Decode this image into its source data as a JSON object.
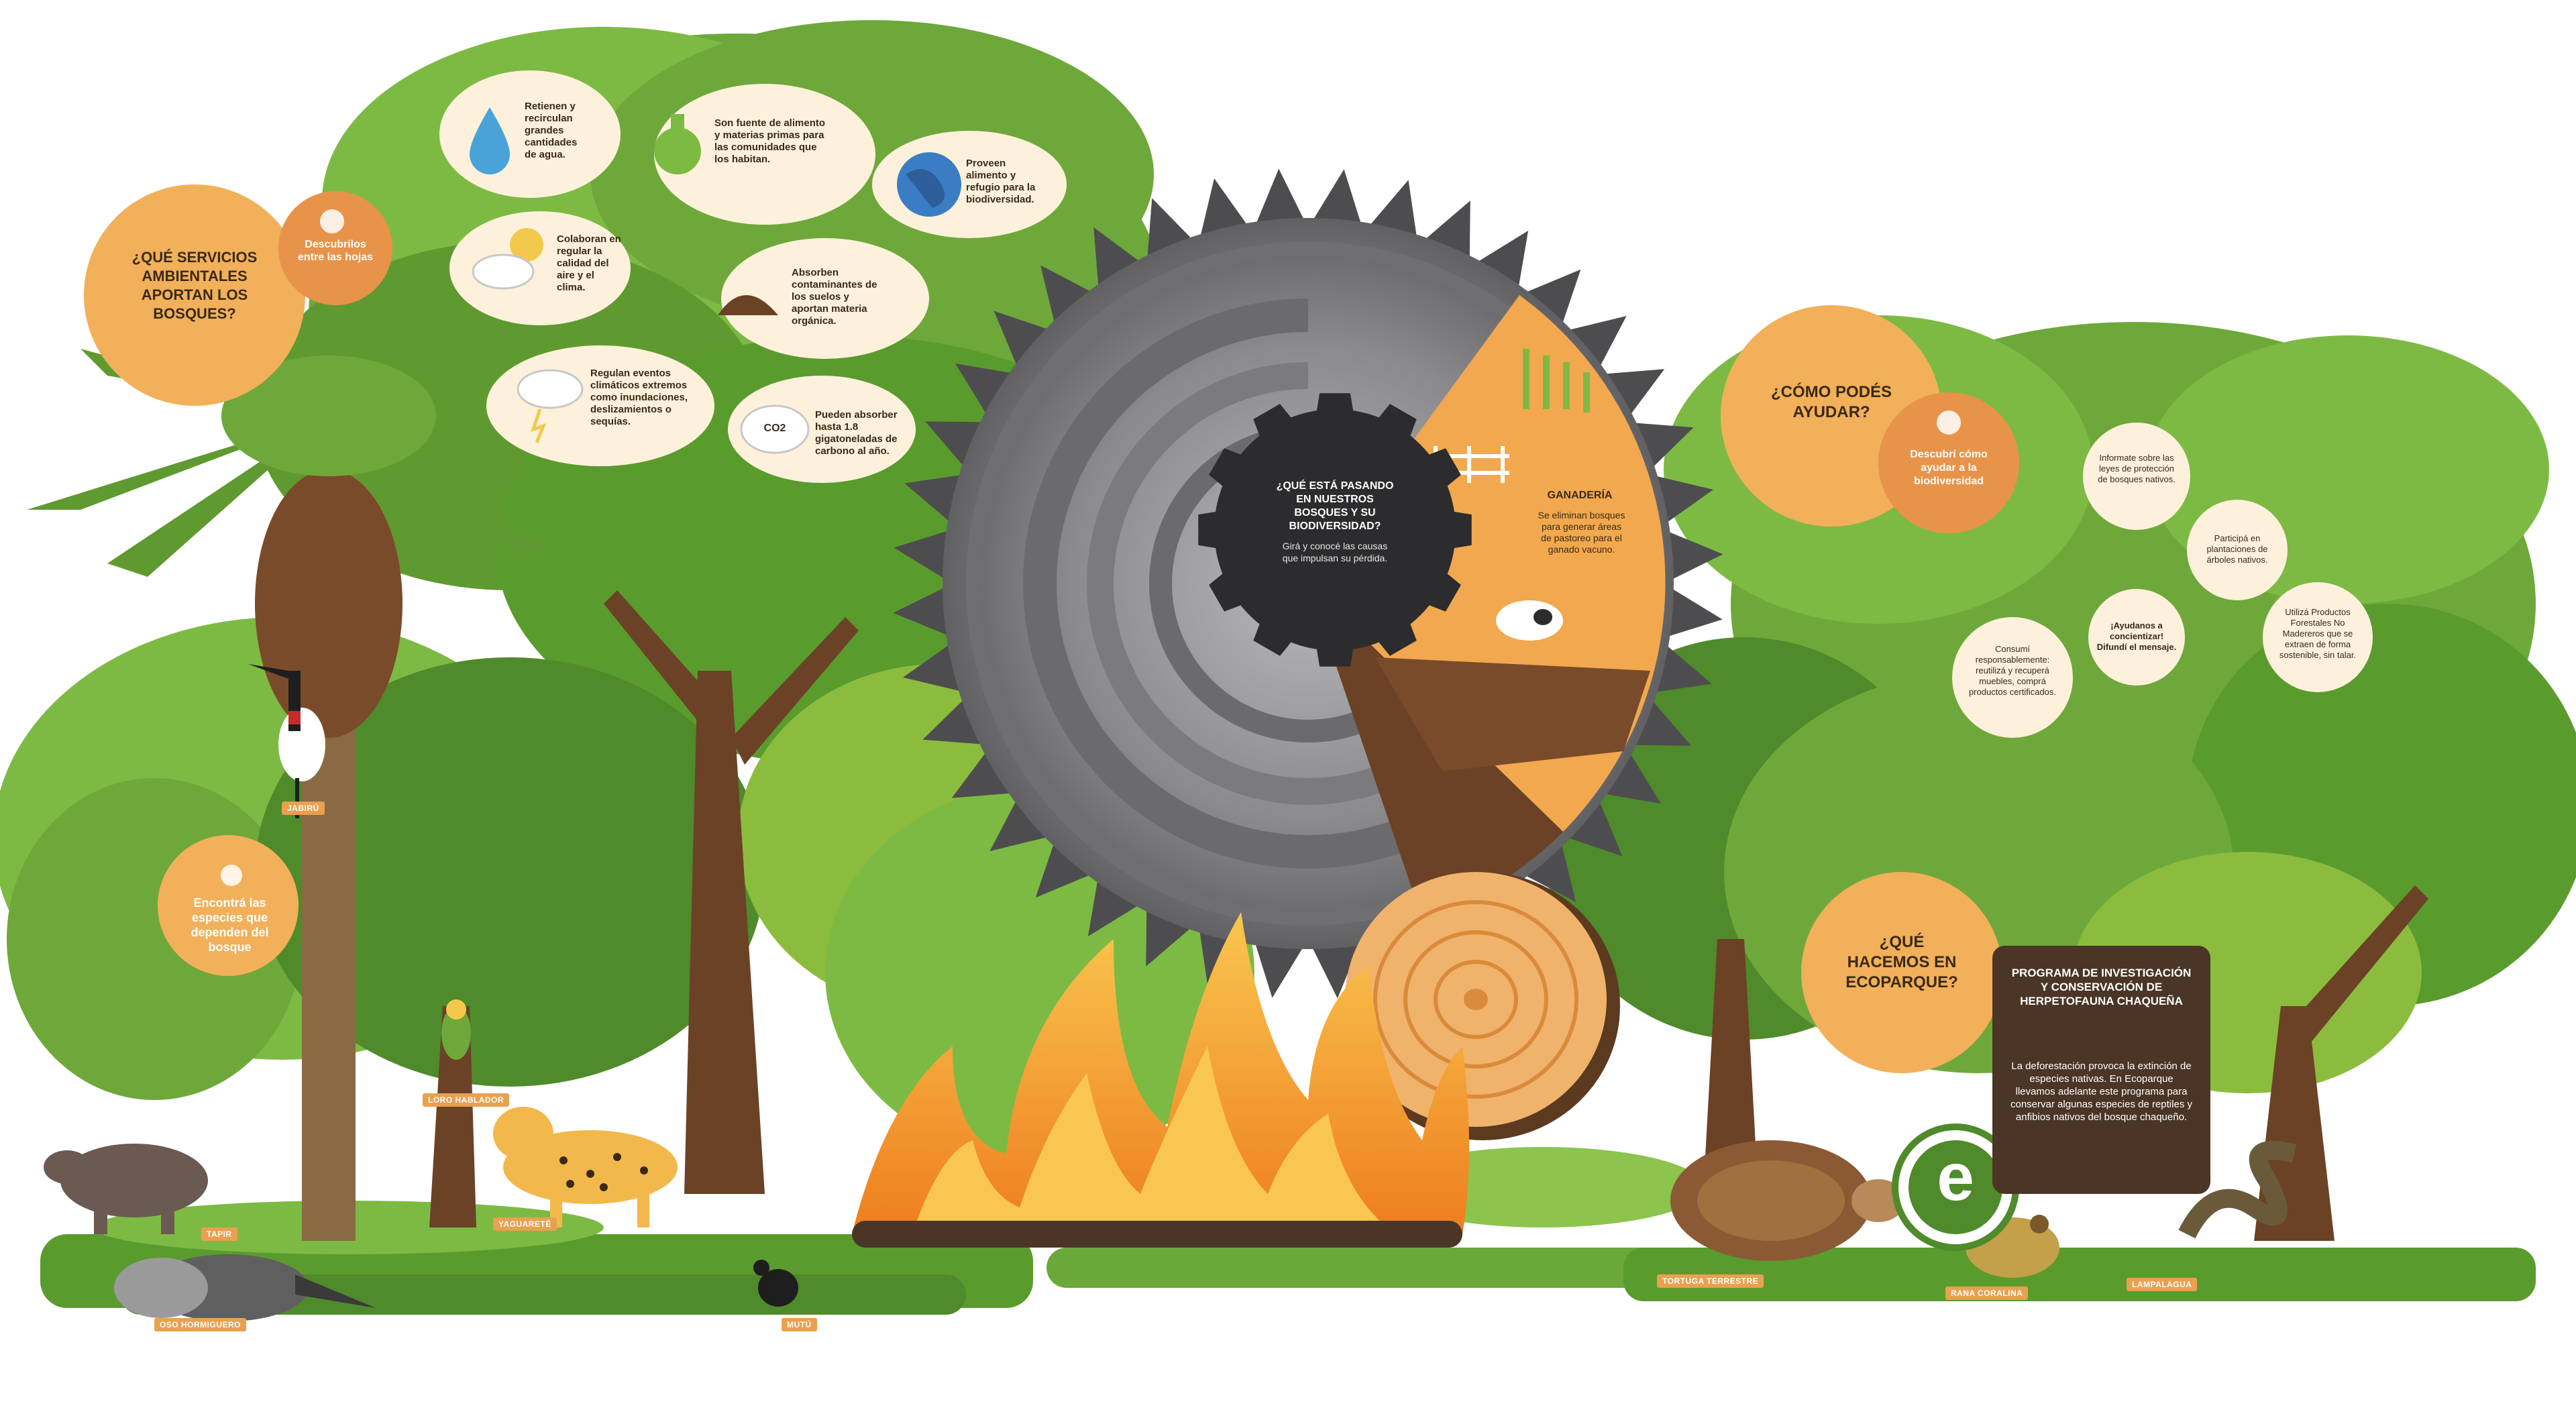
{
  "colors": {
    "leaf_dark": "#4f8a2b",
    "leaf_mid": "#6ea83a",
    "leaf_light": "#9cc84a",
    "trunk": "#6b4226",
    "orange": "#e9a04f",
    "light_orange": "#f0b36c",
    "cream": "#fdf1dc",
    "saw_dark": "#4d4d4f",
    "saw_light": "#9d9da0",
    "fire_yellow": "#f7b731",
    "fire_orange": "#ee7d1f",
    "ground": "#5a9b2e",
    "panel_brown": "#4a3526"
  },
  "services": {
    "title": "¿QUÉ SERVICIOS AMBIENTALES APORTAN LOS BOSQUES?",
    "discover": "Descubrilos entre las hojas",
    "items": [
      {
        "icon": "water-drop-icon",
        "text": "Retienen y recirculan grandes cantidades de agua."
      },
      {
        "icon": "flask-icon",
        "text": "Son fuente de alimento y materias primas para las comunidades que los habitan."
      },
      {
        "icon": "globe-icon",
        "text": "Proveen alimento y refugio para la biodiversidad."
      },
      {
        "icon": "cloud-moon-icon",
        "text": "Colaboran en regular la calidad del aire y el clima."
      },
      {
        "icon": "soil-icon",
        "text": "Absorben contaminantes de los suelos y aportan materia orgánica."
      },
      {
        "icon": "storm-cloud-icon",
        "text": "Regulan eventos climáticos extremos como inundaciones, deslizamientos o sequías."
      },
      {
        "icon": "co2-cloud-icon",
        "text": "Pueden absorber hasta 1.8 gigatoneladas de carbono al año.",
        "co2": "CO2"
      }
    ]
  },
  "species": {
    "text": "Encontrá las especies que dependen del bosque",
    "animals": [
      "JABIRÚ",
      "LORO HABLADOR",
      "YAGUARETÉ",
      "TAPIR",
      "OSO HORMIGUERO",
      "MUTÚ"
    ]
  },
  "wheel": {
    "center_question": "¿QUÉ ESTÁ PASANDO EN NUESTROS BOSQUES Y SU BIODIVERSIDAD?",
    "center_hint": "Girá y conocé las causas que impulsan su pérdida.",
    "cause_title": "GANADERÍA",
    "cause_text": "Se eliminan bosques para generar áreas de pastoreo para el ganado vacuno."
  },
  "help": {
    "title": "¿CÓMO PODÉS AYUDAR?",
    "discover": "Descubrí cómo ayudar a la biodiversidad",
    "items": [
      "Informate sobre las leyes de protección de bosques nativos.",
      "Participá en plantaciones de árboles nativos.",
      "Utilizá Productos Forestales No Madereros que se extraen de forma sostenible, sin talar.",
      "¡Ayudanos a concientizar! Difundí el mensaje.",
      "Consumí responsablemente: reutilizá y recuperá muebles, comprá productos certificados."
    ]
  },
  "ecoparque": {
    "title": "¿QUÉ HACEMOS EN ECOPARQUE?",
    "program_title": "PROGRAMA DE INVESTIGACIÓN Y CONSERVACIÓN DE HERPETOFAUNA CHAQUEÑA",
    "program_text": "La deforestación provoca la extinción de especies nativas. En Ecoparque llevamos adelante este programa para conservar algunas especies de reptiles y anfibios nativos del bosque chaqueño.",
    "logo_letter": "e",
    "animals": [
      "TORTUGA TERRESTRE",
      "RANA CORALINA",
      "LAMPALAGUA"
    ]
  }
}
